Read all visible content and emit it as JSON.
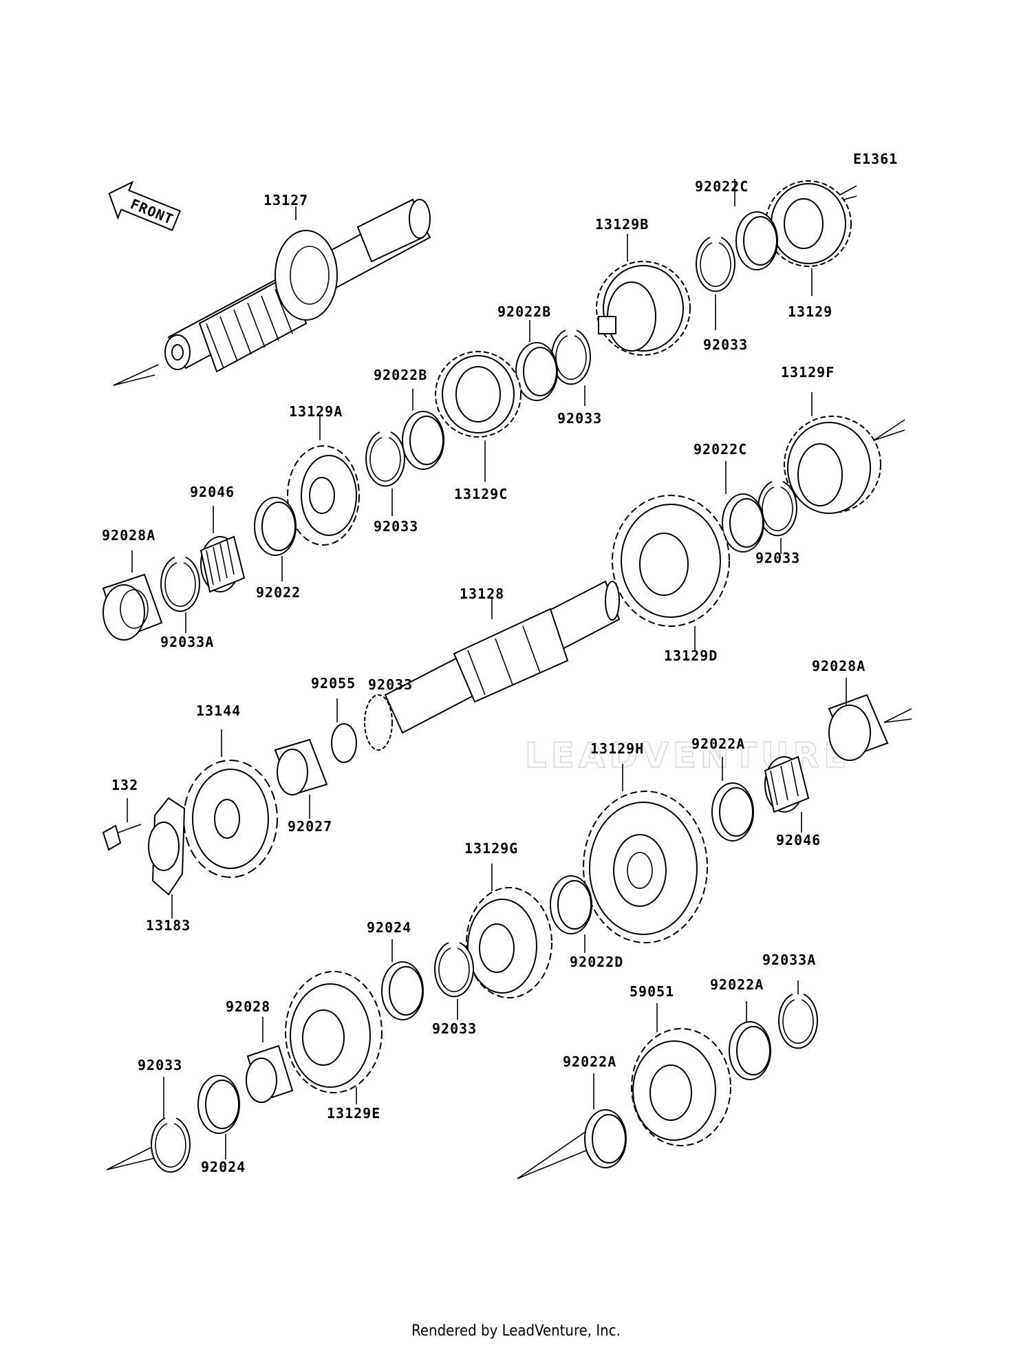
{
  "diagram_code": "E1361",
  "front_label": "FRONT",
  "watermark": "LEADVENTURE",
  "footer": "Rendered by LeadVenture, Inc.",
  "callouts": [
    "13127",
    "92022C",
    "13129B",
    "92022B",
    "92033",
    "13129",
    "92033",
    "92022B",
    "13129A",
    "92033",
    "13129C",
    "92033",
    "13129F",
    "92022C",
    "92046",
    "92028A",
    "92022",
    "92033A",
    "13128",
    "13129D",
    "92033",
    "92055",
    "13144",
    "92027",
    "132",
    "13183",
    "92028A",
    "13129H",
    "92022A",
    "92046",
    "13129G",
    "92022D",
    "92024",
    "92033",
    "92028",
    "92033",
    "92024",
    "13129E",
    "59051",
    "92022A",
    "92033A",
    "92022A"
  ]
}
